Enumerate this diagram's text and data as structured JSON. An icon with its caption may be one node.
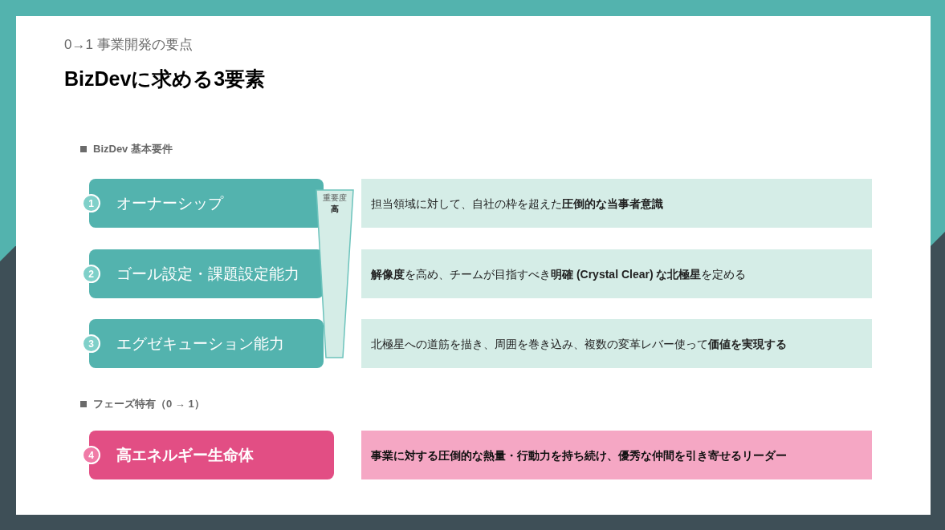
{
  "diagram": {
    "title": "BizDevに求める3要素",
    "nodes": [
      {
        "text": [
          "1"
        ]
      },
      {
        "text": [
          "オーナーシップ"
        ]
      },
      {
        "text": [
          "重要度",
          "高"
        ]
      },
      {
        "text": [
          "担当領域に対して、自社の枠を超えた**圧倒的な当事者意識**"
        ]
      },
      {
        "text": [
          "2"
        ]
      },
      {
        "text": [
          "ゴール設定・課題設定能力"
        ]
      },
      {
        "text": [
          "**解像度**を高め、チームが目指すべき**明確 (Crystal Clear) な北極星**を定める"
        ]
      },
      {
        "text": [
          "3"
        ]
      },
      {
        "text": [
          "エグゼキューション能力"
        ]
      },
      {
        "text": [
          "北極星への道筋を描き、周囲を巻き込み、複数の変革レバー使って**価値を実現する**"
        ]
      },
      {
        "text": [
          "4"
        ]
      },
      {
        "text": [
          "高エネルギー生命体"
        ]
      },
      {
        "text": [
          "事業に対する圧倒的な熱量・行動力を持ち続け、優秀な仲間を引き寄せるリーダー"
        ]
      }
    ],
    "labels": [
      "0→1 事業開発の要点",
      "BizDev 基本要件",
      "フェーズ特有（0 → 1）"
    ]
  }
}
